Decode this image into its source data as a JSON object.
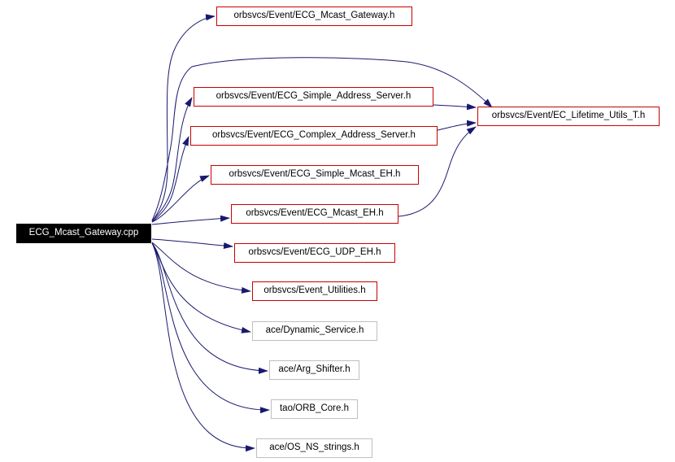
{
  "root": {
    "label": "ECG_Mcast_Gateway.cpp",
    "fill_color": "#000000",
    "text_color": "#ffffff"
  },
  "nodes": {
    "mcast_gateway_h": "orbsvcs/Event/ECG_Mcast_Gateway.h",
    "simple_address_server_h": "orbsvcs/Event/ECG_Simple_Address_Server.h",
    "complex_address_server_h": "orbsvcs/Event/ECG_Complex_Address_Server.h",
    "simple_mcast_eh_h": "orbsvcs/Event/ECG_Simple_Mcast_EH.h",
    "mcast_eh_h": "orbsvcs/Event/ECG_Mcast_EH.h",
    "udp_eh_h": "orbsvcs/Event/ECG_UDP_EH.h",
    "event_utilities_h": "orbsvcs/Event_Utilities.h",
    "dynamic_service_h": "ace/Dynamic_Service.h",
    "arg_shifter_h": "ace/Arg_Shifter.h",
    "orb_core_h": "tao/ORB_Core.h",
    "os_ns_strings_h": "ace/OS_NS_strings.h",
    "lifetime_utils_h": "orbsvcs/Event/EC_Lifetime_Utils_T.h"
  },
  "edges": [
    {
      "from": "root",
      "to": "mcast_gateway_h"
    },
    {
      "from": "root",
      "to": "simple_address_server_h"
    },
    {
      "from": "root",
      "to": "complex_address_server_h"
    },
    {
      "from": "root",
      "to": "simple_mcast_eh_h"
    },
    {
      "from": "root",
      "to": "mcast_eh_h"
    },
    {
      "from": "root",
      "to": "udp_eh_h"
    },
    {
      "from": "root",
      "to": "event_utilities_h"
    },
    {
      "from": "root",
      "to": "dynamic_service_h"
    },
    {
      "from": "root",
      "to": "arg_shifter_h"
    },
    {
      "from": "root",
      "to": "orb_core_h"
    },
    {
      "from": "root",
      "to": "os_ns_strings_h"
    },
    {
      "from": "root",
      "to": "lifetime_utils_h"
    },
    {
      "from": "simple_address_server_h",
      "to": "lifetime_utils_h"
    },
    {
      "from": "complex_address_server_h",
      "to": "lifetime_utils_h"
    },
    {
      "from": "mcast_eh_h",
      "to": "lifetime_utils_h"
    }
  ],
  "colors": {
    "edge": "#191970",
    "project_border": "#c80000",
    "external_border": "#bfbfbf"
  }
}
